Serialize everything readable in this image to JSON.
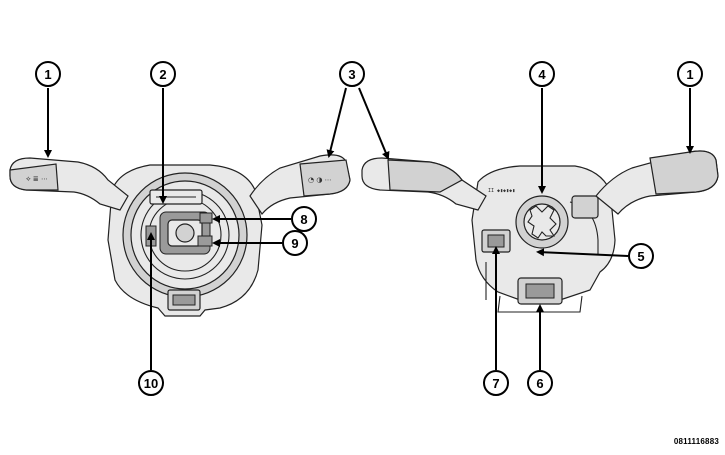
{
  "figure_code": "0811116883",
  "callouts": {
    "left": [
      "1",
      "2",
      "3",
      "8",
      "9",
      "10"
    ],
    "right": [
      "4",
      "1",
      "5",
      "7",
      "6"
    ]
  }
}
